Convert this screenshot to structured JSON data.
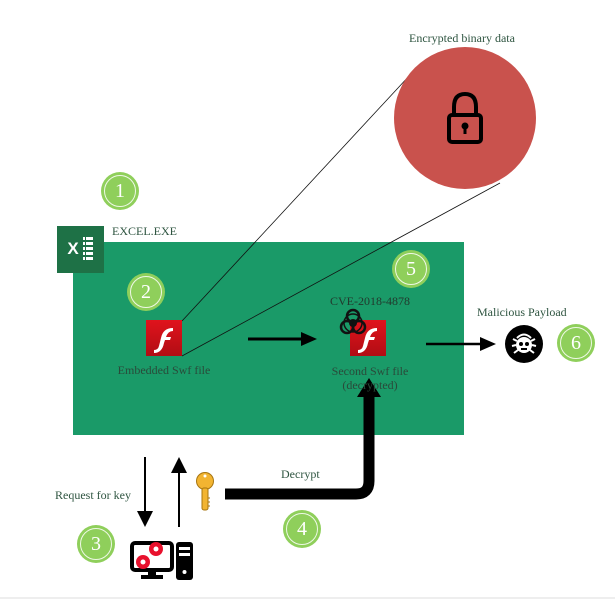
{
  "diagram": {
    "title": "Excel / embedded Flash exploit chain",
    "colors": {
      "container_green": "#1a9a68",
      "step_green": "#8fcf5b",
      "encrypted_red": "#c9524d",
      "flash_red": "#d4111a",
      "key_gold": "#f2b431",
      "gear_red": "#e8112d",
      "label_text": "#2f5541"
    },
    "labels": {
      "encrypted_data": "Encrypted binary data",
      "host_process": "EXCEL.EXE",
      "embedded_swf": "Embedded Swf file",
      "cve": "CVE-2018-4878",
      "second_swf_line1": "Second Swf file",
      "second_swf_line2": "(decrypted)",
      "malicious_payload": "Malicious Payload",
      "request_for_key": "Request for key",
      "decrypt": "Decrypt"
    },
    "steps": [
      "1",
      "2",
      "3",
      "4",
      "5",
      "6"
    ],
    "icons": {
      "encrypted_data": "padlock-icon",
      "host_process": "excel-icon",
      "embedded_swf": "flash-icon",
      "second_swf": "flash-icon",
      "exploit": "biohazard-icon",
      "payload": "bug-malware-icon",
      "server": "computer-gears-icon",
      "key": "key-icon"
    },
    "edges": [
      {
        "from": "Embedded Swf file",
        "to": "Encrypted binary data",
        "style": "thin-line"
      },
      {
        "from": "Embedded Swf file",
        "to": "Second Swf file",
        "style": "arrow"
      },
      {
        "from": "Embedded Swf file",
        "to": "C2 server",
        "label": "Request for key",
        "style": "arrow-down"
      },
      {
        "from": "C2 server",
        "to": "Embedded Swf file",
        "style": "arrow-up"
      },
      {
        "from": "key",
        "to": "Second Swf file",
        "label": "Decrypt",
        "style": "thick-elbow-arrow"
      },
      {
        "from": "Second Swf file",
        "to": "Malicious Payload",
        "style": "arrow"
      }
    ]
  }
}
